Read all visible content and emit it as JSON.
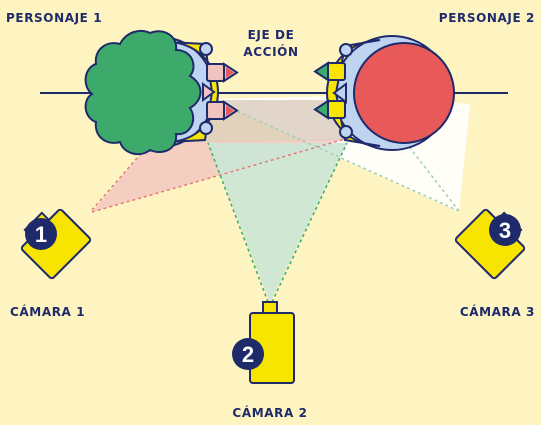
{
  "labels": {
    "character_1": "PERSONAJE 1",
    "character_2": "PERSONAJE 2",
    "action_axis_line1": "EJE DE",
    "action_axis_line2": "ACCIÓN",
    "camera_1": "CÁMARA 1",
    "camera_2": "CÁMARA 2",
    "camera_3": "CÁMARA 3"
  },
  "camera_numbers": [
    "1",
    "2",
    "3"
  ],
  "colors": {
    "background": "#FDF4C2",
    "navy": "#1F2A6B",
    "camera_yellow": "#F7E400",
    "character_1_hair": "#3DAA6B",
    "character_2_hair": "#E85A5A",
    "head_outline_blue": "#BFD4F0",
    "fov_camera_1": "#F0C3C0",
    "fov_camera_2": "#CBE5D6",
    "fov_camera_3": "#FFFFFF"
  }
}
